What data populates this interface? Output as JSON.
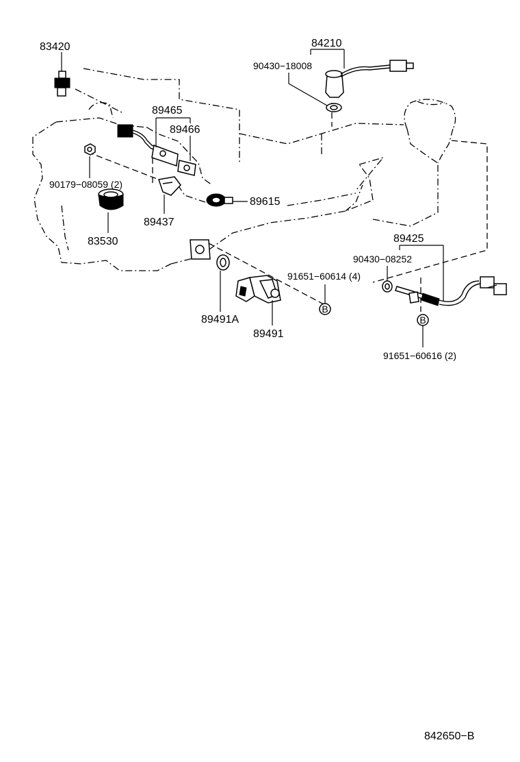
{
  "labels": {
    "p83420": "83420",
    "p84210": "84210",
    "p90430_18008": "90430−18008",
    "p89465": "89465",
    "p89466": "89466",
    "p90179_08059": "90179−08059 (2)",
    "p89615": "89615",
    "p89437": "89437",
    "p83530": "83530",
    "p89425": "89425",
    "p90430_08252": "90430−08252",
    "p91651_60614": "91651−60614 (4)",
    "p89491A": "89491A",
    "p89491": "89491",
    "p91651_60616": "91651−60616 (2)",
    "callout_b": "B"
  },
  "document_code": "842650−B"
}
